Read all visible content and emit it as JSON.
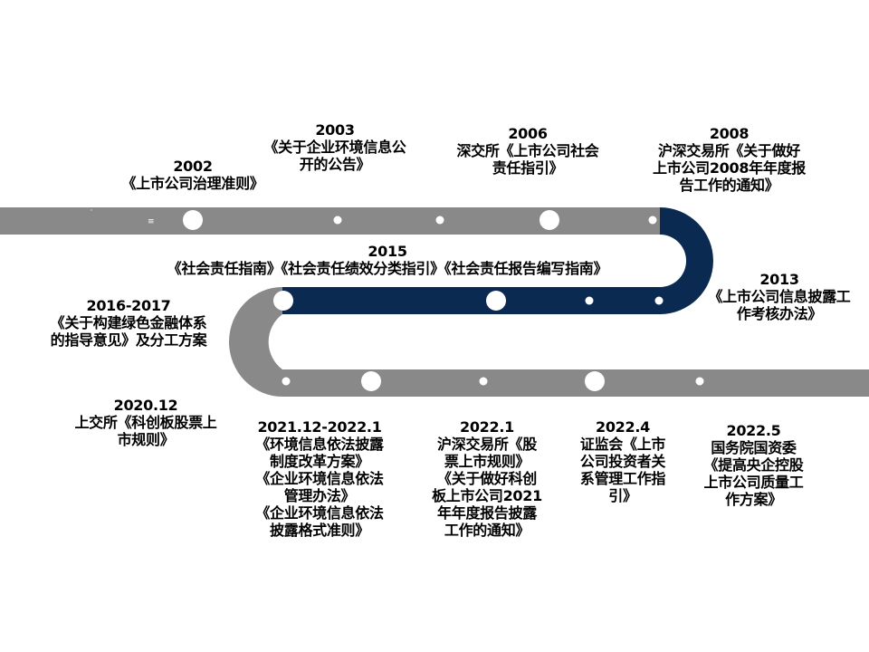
{
  "colors": {
    "gray": "#898989",
    "navy": "#0b2a52",
    "dot": "#ffffff"
  },
  "events": [
    {
      "year": "2002",
      "lines": [
        "《上市公司治理准则》"
      ]
    },
    {
      "year": "2003",
      "lines": [
        "《关于企业环境信息公",
        "开的公告》"
      ]
    },
    {
      "year": "2006",
      "lines": [
        "深交所《上市公司社会",
        "责任指引》"
      ]
    },
    {
      "year": "2008",
      "lines": [
        "沪深交易所《关于做好",
        "上市公司2008年年度报",
        "告工作的通知》"
      ]
    },
    {
      "year": "2013",
      "lines": [
        "《上市公司信息披露工",
        "作考核办法》"
      ]
    },
    {
      "year": "2015",
      "lines": [
        "《社会责任指南》《社会责任绩效分类指引》《社会责任报告编写指南》"
      ]
    },
    {
      "year": "2016-2017",
      "lines": [
        "《关于构建绿色金融体系",
        "的指导意见》及分工方案"
      ]
    },
    {
      "year": "2020.12",
      "lines": [
        "上交所《科创板股票上",
        "市规则》"
      ]
    },
    {
      "year": "2021.12-2022.1",
      "lines": [
        "《环境信息依法披露",
        "制度改革方案》",
        "《企业环境信息依法",
        "管理办法》",
        "《企业环境信息依法",
        "披露格式准则》"
      ]
    },
    {
      "year": "2022.1",
      "lines": [
        "沪深交易所《股",
        "票上市规则》",
        "《关于做好科创",
        "板上市公司2021",
        "年年度报告披露",
        "工作的通知》"
      ]
    },
    {
      "year": "2022.4",
      "lines": [
        "证监会《上市",
        "公司投资者关",
        "系管理工作指",
        "引》"
      ]
    },
    {
      "year": "2022.5",
      "lines": [
        "国务院国资委",
        "《提高央企控股",
        "上市公司质量工",
        "作方案》"
      ]
    }
  ]
}
